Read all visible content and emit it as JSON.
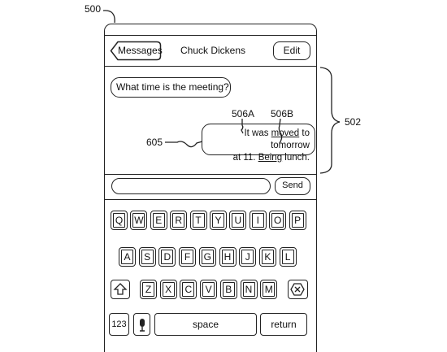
{
  "figure": {
    "ref_device": "500",
    "ref_conversation": "502",
    "ref_word_a": "506A",
    "ref_word_b": "506B",
    "ref_bubble": "605"
  },
  "nav": {
    "back_label": "Messages",
    "title": "Chuck Dickens",
    "edit_label": "Edit"
  },
  "messages": {
    "incoming_text": "What time is the meeting?",
    "outgoing": {
      "line1_pre": "It was ",
      "word_a": "moved",
      "line1_post": " to tomorrow",
      "line2_pre": "at 11. ",
      "word_b": "Being",
      "line2_post": " lunch."
    }
  },
  "composer": {
    "send_label": "Send"
  },
  "keyboard": {
    "row1": [
      "Q",
      "W",
      "E",
      "R",
      "T",
      "Y",
      "U",
      "I",
      "O",
      "P"
    ],
    "row2": [
      "A",
      "S",
      "D",
      "F",
      "G",
      "H",
      "J",
      "K",
      "L"
    ],
    "row3": [
      "Z",
      "X",
      "C",
      "V",
      "B",
      "N",
      "M"
    ],
    "numbers_label": "123",
    "space_label": "space",
    "return_label": "return"
  }
}
